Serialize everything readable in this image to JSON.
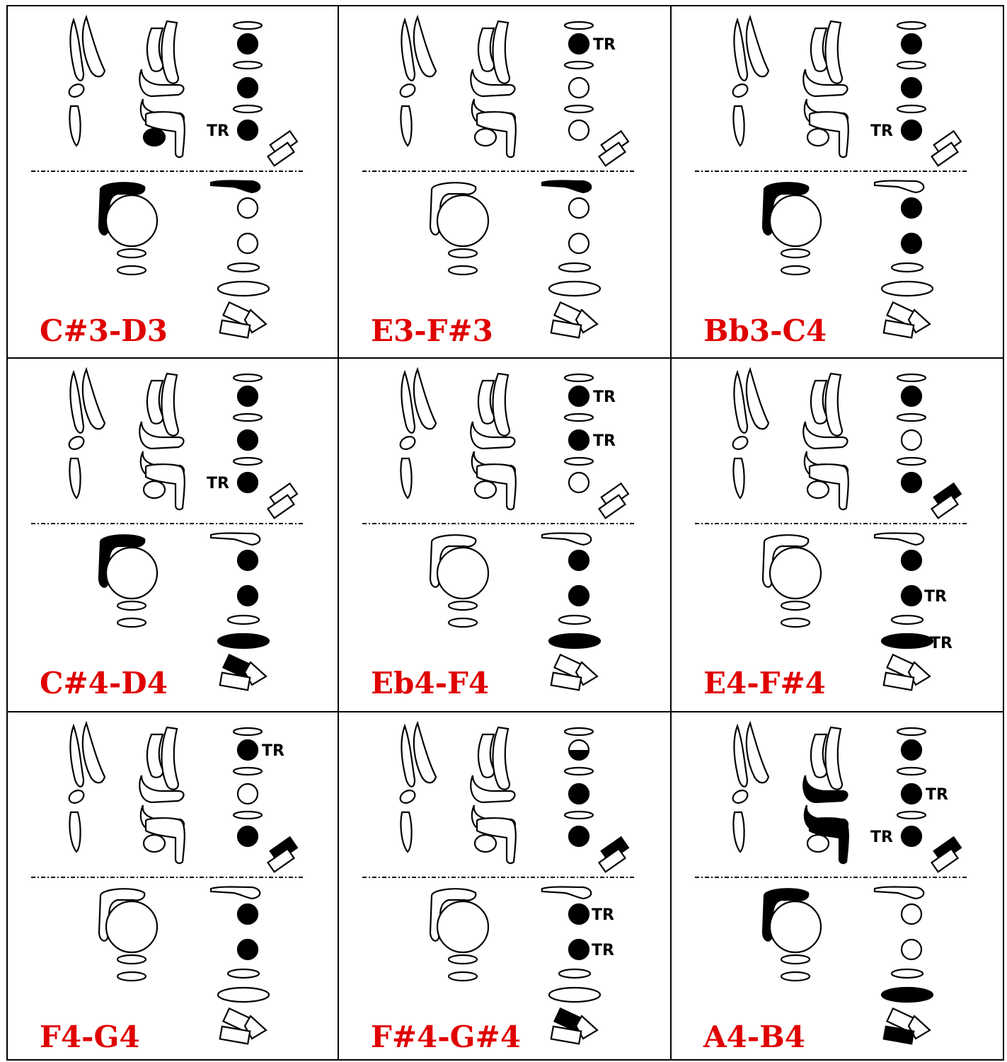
{
  "colors": {
    "title": "#e00000",
    "ink": "#000000",
    "paper": "#ffffff"
  },
  "trill_label": "TR",
  "cells": [
    {
      "title": "C#3-D3",
      "lh": {
        "octave": false,
        "keys": [
          1,
          1,
          1
        ],
        "tr": [
          false,
          false,
          true
        ],
        "ring": false,
        "palm": {
          "front": false,
          "crossed": false
        }
      },
      "rh": {
        "pad": true,
        "keys": [
          0,
          0
        ],
        "trR": [
          false,
          false
        ],
        "big": false,
        "bigTr": false,
        "lowkey": false,
        "lowkey2": false,
        "side": [
          false,
          false
        ]
      },
      "thumb": "filled",
      "whisper": true,
      "s1": false,
      "s2": false
    },
    {
      "title": "E3-F#3",
      "lh": {
        "octave": false,
        "keys": [
          1,
          0,
          0
        ],
        "tr": [
          true,
          false,
          false
        ],
        "ring": false,
        "palm": {
          "front": false,
          "crossed": false
        }
      },
      "rh": {
        "pad": true,
        "keys": [
          0,
          0
        ],
        "trR": [
          false,
          false
        ],
        "big": false,
        "bigTr": false,
        "lowkey": false,
        "lowkey2": false,
        "side": [
          false,
          false
        ]
      },
      "thumb": "open",
      "whisper": false,
      "s1": false,
      "s2": false
    },
    {
      "title": "Bb3-C4",
      "lh": {
        "octave": false,
        "keys": [
          1,
          1,
          1
        ],
        "tr": [
          false,
          false,
          true
        ],
        "ring": false,
        "palm": {
          "front": false,
          "crossed": false
        }
      },
      "rh": {
        "pad": false,
        "keys": [
          1,
          1
        ],
        "trR": [
          false,
          false
        ],
        "big": false,
        "bigTr": false,
        "lowkey": false,
        "lowkey2": false,
        "side": [
          false,
          false
        ]
      },
      "thumb": "filled",
      "whisper": false,
      "s1": false,
      "s2": false
    },
    {
      "title": "C#4-D4",
      "lh": {
        "octave": false,
        "keys": [
          1,
          1,
          1
        ],
        "tr": [
          false,
          false,
          true
        ],
        "ring": false,
        "palm": {
          "front": false,
          "crossed": false
        }
      },
      "rh": {
        "pad": false,
        "keys": [
          1,
          1
        ],
        "trR": [
          false,
          false
        ],
        "big": true,
        "bigTr": false,
        "lowkey": true,
        "lowkey2": false,
        "side": [
          false,
          false
        ]
      },
      "thumb": "filled",
      "whisper": false,
      "s1": false,
      "s2": false
    },
    {
      "title": "Eb4-F4",
      "lh": {
        "octave": false,
        "keys": [
          1,
          1,
          0
        ],
        "tr": [
          true,
          true,
          false
        ],
        "ring": false,
        "palm": {
          "front": false,
          "crossed": false
        }
      },
      "rh": {
        "pad": false,
        "keys": [
          1,
          1
        ],
        "trR": [
          false,
          false
        ],
        "big": true,
        "bigTr": false,
        "lowkey": false,
        "lowkey2": false,
        "side": [
          false,
          false
        ]
      },
      "thumb": "open",
      "whisper": false,
      "s1": false,
      "s2": false
    },
    {
      "title": "E4-F#4",
      "lh": {
        "octave": false,
        "keys": [
          1,
          0,
          1
        ],
        "tr": [
          false,
          false,
          false
        ],
        "ring": false,
        "palm": {
          "front": false,
          "crossed": false
        }
      },
      "rh": {
        "pad": false,
        "keys": [
          1,
          1
        ],
        "trR": [
          false,
          true
        ],
        "big": true,
        "bigTr": true,
        "lowkey": false,
        "lowkey2": false,
        "side": [
          false,
          false
        ]
      },
      "thumb": "open",
      "whisper": false,
      "s1": true,
      "s2": false
    },
    {
      "title": "F4-G4",
      "lh": {
        "octave": false,
        "keys": [
          1,
          0,
          1
        ],
        "tr": [
          true,
          false,
          false
        ],
        "ring": false,
        "palm": {
          "front": false,
          "crossed": false
        }
      },
      "rh": {
        "pad": false,
        "keys": [
          1,
          1
        ],
        "trR": [
          false,
          false
        ],
        "big": false,
        "bigTr": false,
        "lowkey": false,
        "lowkey2": false,
        "side": [
          false,
          false
        ]
      },
      "thumb": "open",
      "whisper": false,
      "s1": true,
      "s2": false
    },
    {
      "title": "F#4-G#4",
      "lh": {
        "octave": false,
        "keys": [
          "half",
          1,
          1
        ],
        "tr": [
          false,
          false,
          false
        ],
        "ring": false,
        "palm": {
          "front": false,
          "crossed": false
        }
      },
      "rh": {
        "pad": false,
        "keys": [
          1,
          1
        ],
        "trR": [
          true,
          true
        ],
        "big": false,
        "bigTr": false,
        "lowkey": true,
        "lowkey2": false,
        "side": [
          false,
          false
        ]
      },
      "thumb": "open",
      "whisper": false,
      "s1": true,
      "s2": false
    },
    {
      "title": "A4-B4",
      "lh": {
        "octave": false,
        "keys": [
          1,
          1,
          1
        ],
        "tr": [
          false,
          true,
          true
        ],
        "ring": false,
        "palm": {
          "front": true,
          "crossed": true
        }
      },
      "rh": {
        "pad": false,
        "keys": [
          0,
          0
        ],
        "trR": [
          false,
          false
        ],
        "big": true,
        "bigTr": false,
        "lowkey": false,
        "lowkey2": true,
        "side": [
          false,
          false
        ]
      },
      "thumb": "filled",
      "whisper": false,
      "s1": true,
      "s2": false
    }
  ]
}
